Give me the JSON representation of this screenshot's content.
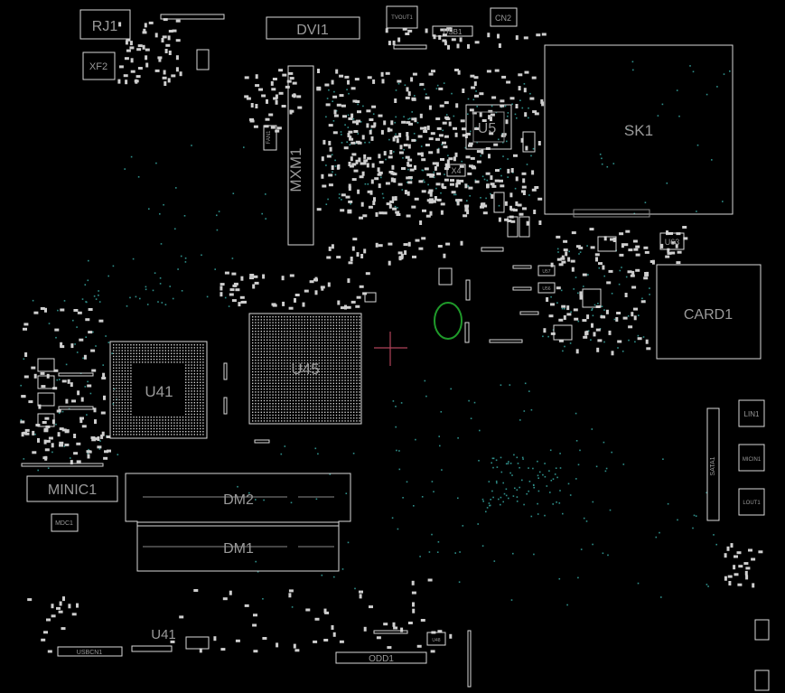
{
  "components": [
    {
      "id": "rj1",
      "label": "RJ1"
    },
    {
      "id": "xf2",
      "label": "XF2"
    },
    {
      "id": "dvi1",
      "label": "DVI1"
    },
    {
      "id": "tvout1",
      "label": "TVOUT1"
    },
    {
      "id": "usb1",
      "label": "USB1"
    },
    {
      "id": "cn2",
      "label": "CN2"
    },
    {
      "id": "sk1",
      "label": "SK1"
    },
    {
      "id": "u5",
      "label": "U5"
    },
    {
      "id": "x4",
      "label": "X4"
    },
    {
      "id": "fan1",
      "label": "FAN1"
    },
    {
      "id": "mxm1",
      "label": "MXM1"
    },
    {
      "id": "u63",
      "label": "U63"
    },
    {
      "id": "card1",
      "label": "CARD1"
    },
    {
      "id": "u45",
      "label": "U45"
    },
    {
      "id": "u41",
      "label": "U41"
    },
    {
      "id": "u57",
      "label": "U57"
    },
    {
      "id": "u56",
      "label": "U56"
    },
    {
      "id": "lin1",
      "label": "LIN1"
    },
    {
      "id": "mic1",
      "label": "MICIN1"
    },
    {
      "id": "lout1",
      "label": "LOUT1"
    },
    {
      "id": "sata1",
      "label": "SATA1"
    },
    {
      "id": "minic1",
      "label": "MINIC1"
    },
    {
      "id": "mdc1",
      "label": "MDC1"
    },
    {
      "id": "dm2",
      "label": "DM2"
    },
    {
      "id": "dm1",
      "label": "DM1"
    },
    {
      "id": "usbcn1",
      "label": "USBCN1"
    },
    {
      "id": "u41b",
      "label": "U41"
    },
    {
      "id": "u48",
      "label": "U48"
    },
    {
      "id": "odd1",
      "label": "ODD1"
    }
  ],
  "colors": {
    "background": "#000000",
    "outline": "#d8d8d8",
    "label": "#9a9a9a",
    "via": "#2f8f8a",
    "cursor": "#b0445a",
    "selection": "#1f9a2a"
  }
}
